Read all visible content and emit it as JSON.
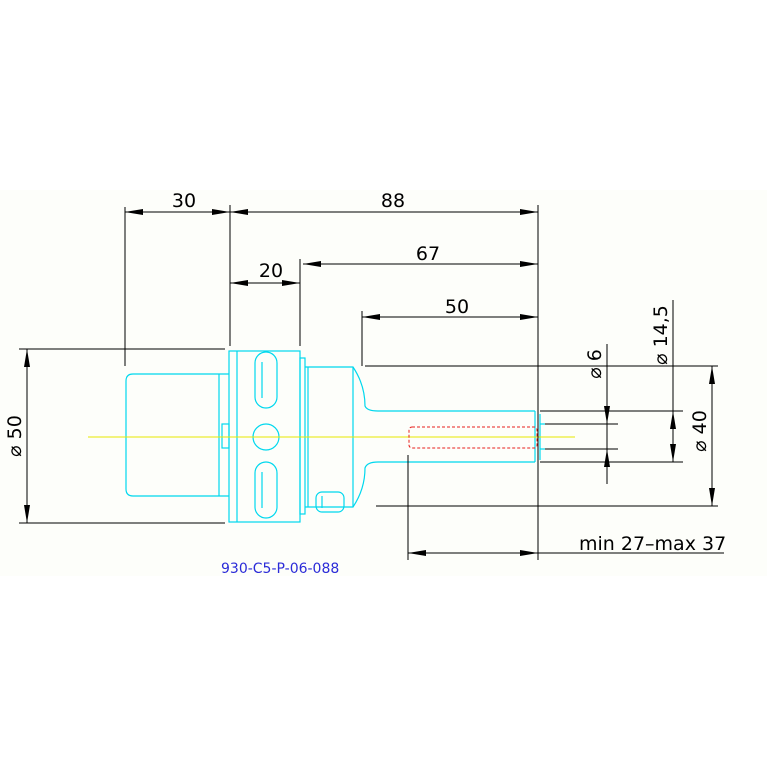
{
  "dimensions": {
    "d30": "30",
    "d88": "88",
    "d20": "20",
    "d67": "67",
    "d50": "50",
    "dia50": "⌀ 50",
    "dia6": "⌀ 6",
    "dia14_5": "⌀ 14,5",
    "dia40": "⌀ 40",
    "depth": "min 27–max 37"
  },
  "part_number": "930-C5-P-06-088",
  "colors": {
    "outline": "#00d8ee",
    "axis": "#e8e800",
    "hidden_hole": "#e8201c",
    "dimension": "#000000",
    "part_number": "#2b2bd8"
  }
}
